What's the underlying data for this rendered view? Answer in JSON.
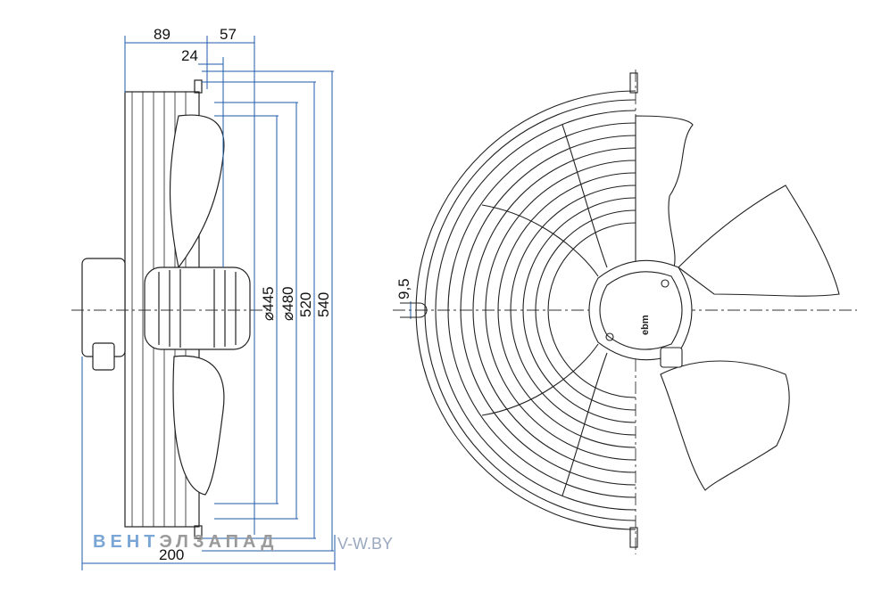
{
  "dimensions": {
    "d89": "89",
    "d57": "57",
    "d24": "24",
    "d200": "200",
    "d445": "⌀445",
    "d480": "⌀480",
    "d520": "520",
    "d540": "540",
    "d9_5": "9,5"
  },
  "watermark": {
    "part1": "ВЕНТ",
    "part2": "ЭЛЗАПАД",
    "url": "V-W.BY"
  },
  "motor_label": "ebm",
  "colors": {
    "outline": "#222222",
    "dimension": "#1c5aa8",
    "centerline": "#333333"
  }
}
